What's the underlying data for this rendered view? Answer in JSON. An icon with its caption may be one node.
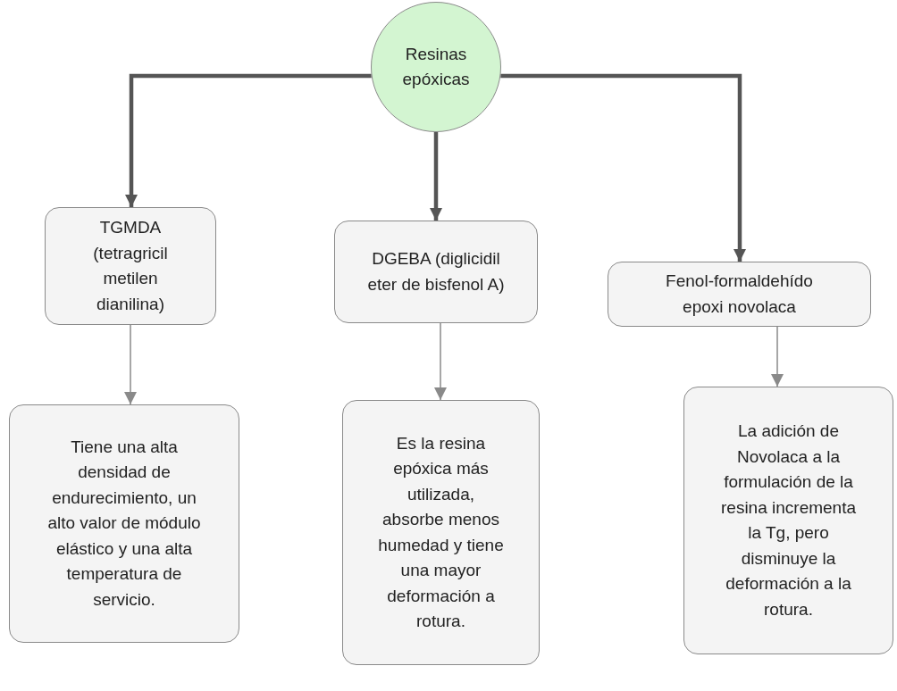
{
  "diagram": {
    "nodes": [
      {
        "text": [
          "Resinas epóxicas"
        ]
      },
      {
        "text": [
          "TGMDA (tetragricil metilen dianilina)"
        ]
      },
      {
        "text": [
          "DGEBA (diglicidil eter de bisfenol A)"
        ]
      },
      {
        "text": [
          "Fenol-formaldehído epoxi novolaca"
        ]
      },
      {
        "text": [
          "Tiene una alta densidad de endurecimiento, un alto valor de módulo elástico y una alta temperatura de servicio."
        ]
      },
      {
        "text": [
          "Es la resina epóxica más utilizada, absorbe menos humedad y tiene una mayor deformación a rotura."
        ]
      },
      {
        "text": [
          "La adición de Novolaca a la formulación de la resina incrementa la Tg, pero disminuye la deformación a la rotura."
        ]
      }
    ],
    "edges": [
      {
        "from": 0,
        "to": 1,
        "arrow": "to",
        "style": "thick"
      },
      {
        "from": 0,
        "to": 2,
        "arrow": "to",
        "style": "thick"
      },
      {
        "from": 0,
        "to": 3,
        "arrow": "to",
        "style": "thick"
      },
      {
        "from": 1,
        "to": 4,
        "arrow": "to"
      },
      {
        "from": 2,
        "to": 5,
        "arrow": "to"
      },
      {
        "from": 3,
        "to": 6,
        "arrow": "to"
      }
    ]
  }
}
